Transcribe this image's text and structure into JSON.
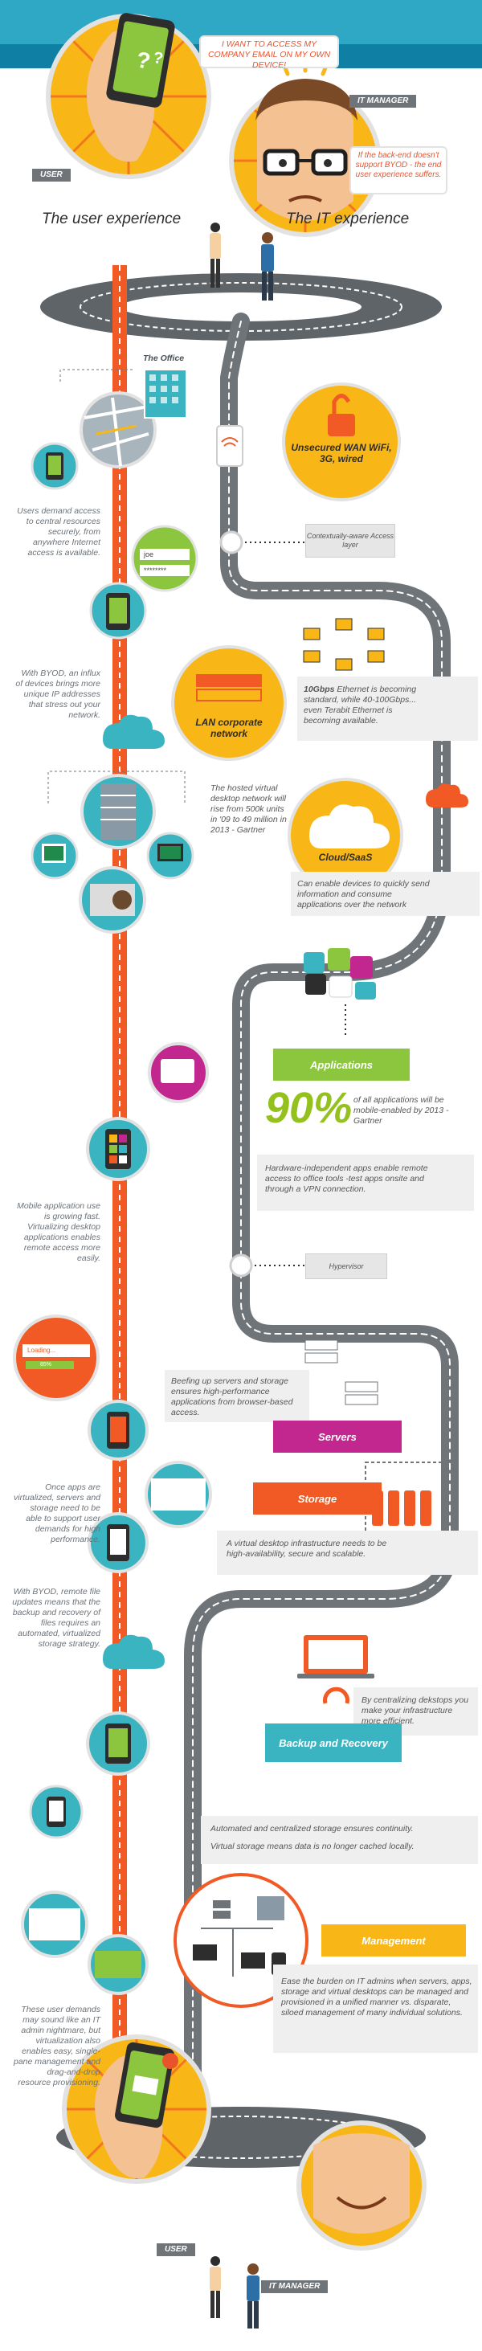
{
  "speech": {
    "user_quote": "I WANT TO ACCESS MY COMPANY EMAIL ON MY OWN DEVICE!",
    "it_quote": "If the back-end doesn't support BYOD - the end user experience suffers."
  },
  "tags": {
    "user_top": "USER",
    "it_top": "IT MANAGER",
    "user_bottom": "USER",
    "it_bottom": "IT MANAGER"
  },
  "headings": {
    "user": "The user experience",
    "it": "The IT experience"
  },
  "icons": {
    "office": "The Office"
  },
  "left_texts": {
    "demand": "Users demand access to central resources securely, from anywhere Internet access is available.",
    "byod_ip": "With BYOD, an influx of devices brings more unique IP addresses that stress out your network.",
    "mobile_use": "Mobile application use is growing fast. Virtualizing desktop applications enables remote access more easily.",
    "virtualized": "Once apps are virtualized, servers and storage need to be able to support user demands for high performance.",
    "remote_file": "With BYOD, remote file updates means that the backup and recovery of files requires an automated, virtualized storage strategy.",
    "demands_sound": "These user demands may sound like an IT admin nightmare, but virtualization also enables easy, single-pane management and drag-and-drop resource provisioning."
  },
  "right_texts": {
    "wan": "Unsecured WAN WiFi, 3G, wired",
    "lan": "LAN corporate network",
    "tengig_strong": "10Gbps",
    "tengig": " Ethernet is becoming standard, while 40-100Gbps... even Terabit Ethernet is becoming available.",
    "hosted": "The hosted virtual desktop network will rise from 500k units in '09 to 49 million in 2013 - Gartner",
    "cloud": "Cloud/SaaS",
    "cloud_desc": "Can enable devices to quickly send information and consume applications over the network",
    "applications": "Applications",
    "pct_value": "90%",
    "pct_text": "of all applications will be mobile-enabled by 2013 -Gartner",
    "hw_indep": "Hardware-independent apps enable remote access to office tools -test apps onsite and through a VPN connection.",
    "servers_desc": "Beefing up servers and storage ensures high-performance applications from browser-based access.",
    "servers": "Servers",
    "storage": "Storage",
    "vdi_desc": "A virtual desktop infrastructure needs to be high-availability, secure and scalable.",
    "centralizing": "By centralizing dekstops you make your infrastructure more efficient.",
    "backup": "Backup and Recovery",
    "auto1": "Automated and centralized storage ensures continuity.",
    "auto2": "Virtual storage means data is no longer cached locally.",
    "management": "Management",
    "ease": "Ease the burden on IT admins when servers, apps, storage and virtual desktops can be managed and provisioned in a unified manner vs. disparate, siloed management of many individual solutions."
  },
  "layer_labels": {
    "access": "Contextually-aware Access layer",
    "hypervisor": "Hypervisor"
  },
  "phone_text": {
    "email_placeholder": "joe",
    "password_mask": "********",
    "loading": "Loading...",
    "loading_pct": "85%"
  },
  "colors": {
    "road": "#6f7479",
    "orange": "#f15a24",
    "yellow": "#f8b617",
    "green": "#95c11f",
    "magenta": "#c1278e",
    "teal": "#3bb4c1",
    "panel": "#efefef"
  }
}
